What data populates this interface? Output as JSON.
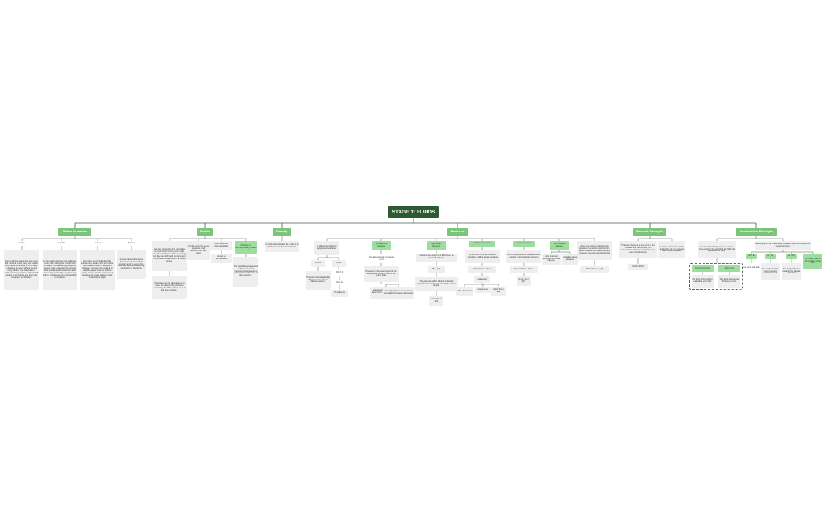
{
  "root": "STAGE 1: FLUIDS",
  "branches": [
    {
      "label": "States of matter",
      "items": [
        {
          "label": "Solids",
          "detail": "have a definite shape and can move and transmit forces; they can sustain those actions because it is not easy to displace an atom without moving many others. The molecules or solids maintain positions defined with respect to each other and their only movement is vibration."
        },
        {
          "label": "Liquids",
          "detail": "in this state molecules can slide over each other, taking the form of their container but maintaining a specific volume; their molecules do not hold fixed positions with respect to each other. They cannot be compressed, that is, their degree of compressibility is very low."
        },
        {
          "label": "Gases",
          "detail": "are made up of molecules that interact very weakly with each other because the forces of attraction between them are very small. It is said the gases have no definite shape. Gases can be compressed because the space between their molecules is large."
        },
        {
          "label": "Plasma",
          "detail": "is a gas raised above one hundred, until means that some or all of its atoms that have lost electrons becoming conductors of electricity."
        }
      ]
    },
    {
      "label": "Fluids",
      "items": [
        {
          "label": "Due their properties, it's impossible to apply force to one point, fluids doesn't resist forces (third or cutting) but they can withstand compression forces when located within a closed vessel.",
          "detail": "This forces can be calculated in an area, the value of the pressure exerted by the fluid and the area of the given surface."
        },
        {
          "label": "A fluid exerts the same pressure in all directions at every point"
        },
        {
          "label": "Most fluids are incompressible",
          "detail": "cannot be compressed"
        },
        {
          "label": "Principle of communicating vessels",
          "detail": "The liquid always appears at the same level, therefore, the pressure is independent of the size of the container."
        }
      ]
    },
    {
      "label": "Density",
      "items": [
        {
          "label": "It is the ratio between the mass of a substance and the volume it has."
        }
      ]
    },
    {
      "label": "Pressure",
      "items": [
        {
          "label": "is defined as the force applied per unit area",
          "formula": "P=F/A",
          "units": "Units",
          "unit_value": "N/m² 1",
          "unit_note": "that is",
          "unit_name": "Pa (Pascal)",
          "note": "The same force applied to different areas causes different actions."
        },
        {
          "label": "Atmospheric pressure",
          "detail": "The atmospheric pressure on it",
          "note": "Pressure in the lower layers of the atmosphere is higher than in the upper ones",
          "sub_a": "atmospheric pressure at sea level: Patm = 1atm = 1013 x10⁵ Pa",
          "sub_b": "At any height above sea level, atmospheric pressure decreases."
        },
        {
          "label": "Hydrostatic pressure",
          "detail": "is due to the weight of a fluid above a determined depth",
          "formula": "Ph = ρgh",
          "note": "The pressure within a liquid is directly proportional to its density and depth, not the shape.",
          "units": "Units: Pa or kPa"
        },
        {
          "label": "absolute pressure",
          "detail": "is the sum of the atmospheric pressure and the gauge pressure",
          "formula": "Pabs= Patm + Pman",
          "measured": "measured",
          "sub_a": "with a barometer",
          "sub_b": "at sea level",
          "units": "Units: Pa or kPa"
        },
        {
          "label": "gauge pressure",
          "detail": "when the pressure is measured with respect to atmospheric pressure",
          "formula": "Pman= Pabs - Patm",
          "units": "Units: Pa or kPa"
        },
        {
          "label": "The absolute vacuum",
          "sub_a": "zero absolute pressure, and ideal vacuum",
          "sub_b": "negative gauge pressure"
        },
        {
          "label": "when you want to calculate the pressure of a certain depth within a liquid, considering the atmospheric pressure, you can use the formula:",
          "formula": "Pabs= Patm + ρgh"
        }
      ]
    },
    {
      "label": "Pascal's Principle",
      "items": [
        {
          "label": "Pressure changes at any point of an enclosed and resting fluid, are transmitted to all points of the fluid and act in all directions",
          "formula": "F1/A1=F2/A2"
        },
        {
          "label": "it can be obtained from the application of the pressure make a liquid equation"
        }
      ]
    },
    {
      "label": "Archimedes' Principle",
      "items": [
        {
          "label": "A submerged body receives a thrust force equal to the weight of the fluid that displaces the body.",
          "group": [
            {
              "label": "Thrust force (E)",
              "detail": "the force that tends to make the body float"
            },
            {
              "label": "Weight (w)",
              "detail": "The force that causes the body to sink"
            }
          ]
        },
        {
          "label": "Depending on the relationship between these two forces, four situations occur:",
          "cases": [
            {
              "label": "W > E",
              "detail": "the body will sink"
            },
            {
              "label": "E > W",
              "detail": "the body can float in any position within the fluid"
            },
            {
              "label": "E = W",
              "detail": "The body will move towards the surface of the fluid"
            },
            {
              "label": "The body floats on the surface of the fluid",
              "highlight": true
            }
          ]
        }
      ]
    }
  ],
  "colors": {
    "root": "#2d5a2f",
    "main": "#7cc47c",
    "highlight": "#9fdc9f",
    "sub": "#eeeeee",
    "line": "#4a5a4a"
  }
}
